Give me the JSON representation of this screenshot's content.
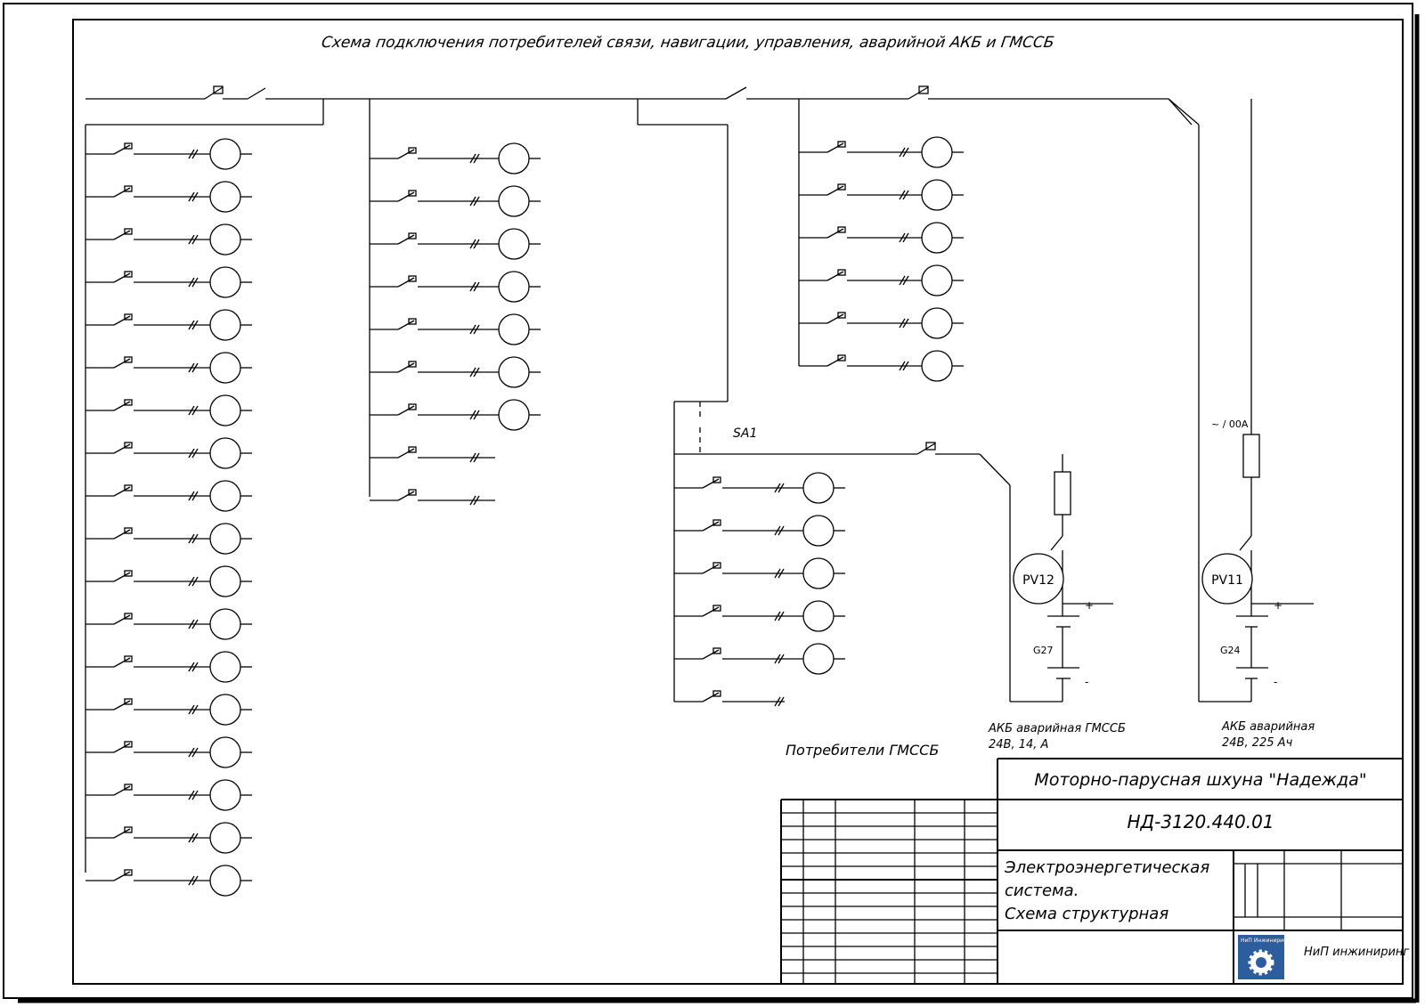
{
  "drawing": {
    "title": "Схема подключения потребителей связи, навигации, управления, аварийной АКБ и ГМССБ",
    "sa1_label": "SA1",
    "gmssb_consumers_caption": "Потребители ГМССБ",
    "pv12_label": "PV12",
    "pv11_label": "PV11",
    "fuse_right_label": "~ / 00А",
    "gmssb_battery_label": "G27",
    "emergency_battery_label": "G24",
    "gmssb_battery_caption": [
      "АКБ аварийная ГМССБ",
      "24В, 14, А"
    ],
    "emergency_battery_caption": [
      "АКБ аварийная",
      "24В, 225 Ач"
    ],
    "plus_sign": "+",
    "minus_sign": "-"
  },
  "title_block": {
    "vessel": "Моторно-парусная шхуна \"Надежда\"",
    "doc_number": "НД-3120.440.01",
    "doc_title_lines": [
      "Электроэнергетическая",
      "система.",
      "Схема структурная"
    ],
    "company": [
      "НиП инжиниринг"
    ],
    "logo_text": "НиП Инжиниринг"
  },
  "colors": {
    "line": "#000000",
    "paper": "#ffffff",
    "logo": "#2c5e9e"
  },
  "icons": {
    "logo": "gear-logo-icon"
  }
}
